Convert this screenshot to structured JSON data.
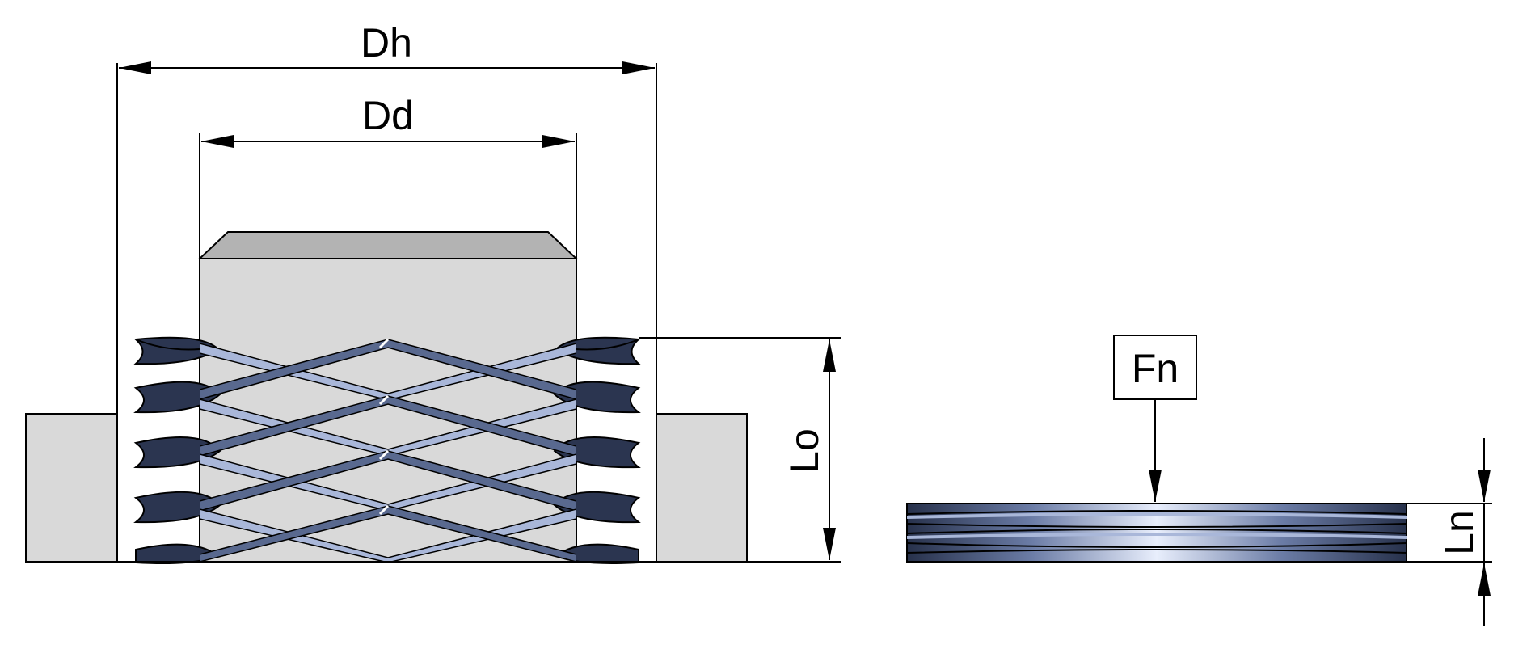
{
  "labels": {
    "hole_diameter": "Dh",
    "shaft_diameter": "Dd",
    "free_height": "Lo",
    "working_load": "Fn",
    "working_height": "Ln"
  },
  "colors": {
    "line": "#000000",
    "housing_fill": "#d9d9d9",
    "shaft_fill": "#d9d9d9",
    "shaft_chamfer": "#b3b3b3",
    "spring_dark": "#2b3550",
    "spring_mid": "#59698f",
    "spring_light": "#a9b7d9",
    "spring_highlight": "#ffffff"
  }
}
